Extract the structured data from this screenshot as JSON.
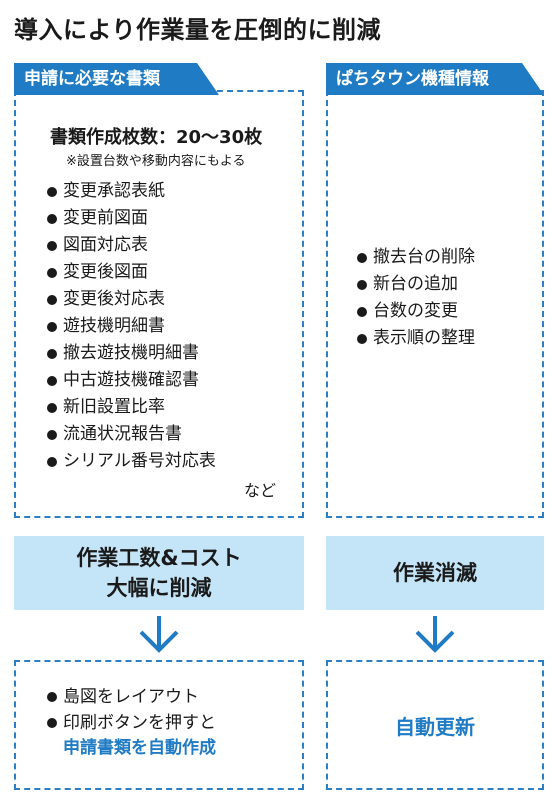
{
  "title": "導入により作業量を圧倒的に削減",
  "left_panel": {
    "tab_label": "申請に必要な書類",
    "count_title": "書類作成枚数：20〜30枚",
    "count_note": "※設置台数や移動内容にもよる",
    "items": [
      "変更承認表紙",
      "変更前図面",
      "図面対応表",
      "変更後図面",
      "変更後対応表",
      "遊技機明細書",
      "撤去遊技機明細書",
      "中古遊技機確認書",
      "新旧設置比率",
      "流通状況報告書",
      "シリアル番号対応表"
    ],
    "etc": "など",
    "result_line1": "作業工数&コスト",
    "result_line2": "大幅に削減"
  },
  "right_panel": {
    "tab_label": "ぱちタウン機種情報",
    "items": [
      "撤去台の削除",
      "新台の追加",
      "台数の変更",
      "表示順の整理"
    ],
    "result": "作業消滅"
  },
  "bottom_left": {
    "items": [
      "島図をレイアウト",
      "印刷ボタンを押すと"
    ],
    "highlight": "申請書類を自動作成"
  },
  "bottom_right": {
    "label": "自動更新"
  },
  "colors": {
    "accent": "#1f7bc4",
    "band": "#c4e4f7",
    "text": "#1a1a1a"
  }
}
